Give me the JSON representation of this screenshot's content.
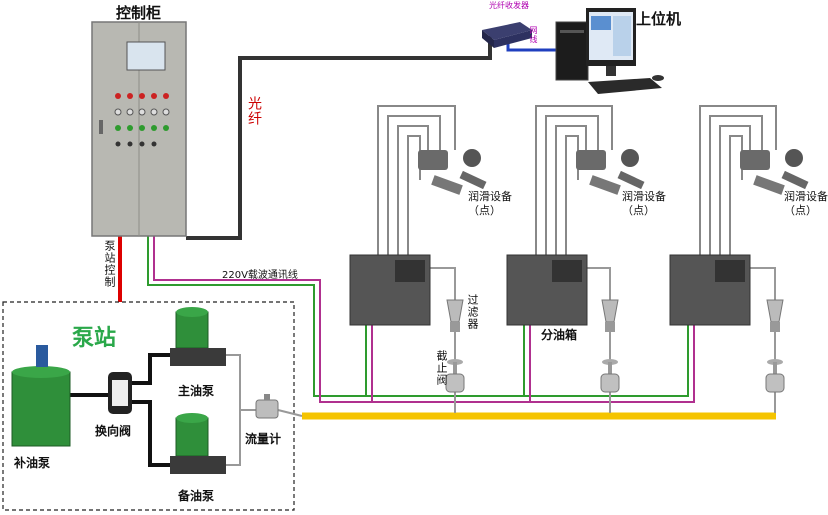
{
  "labels": {
    "control_cabinet": "控制柜",
    "host_pc": "上位机",
    "fiber_transceiver": "光纤收发器",
    "network_cable": "网线",
    "fiber": "光纤",
    "pump_station_control": "泵站控制",
    "carrier_line": "220V载波通讯线",
    "pump_station": "泵站",
    "refill_pump": "补油泵",
    "reversing_valve": "换向阀",
    "main_pump": "主油泵",
    "backup_pump": "备油泵",
    "flow_meter": "流量计",
    "filter": "过滤器",
    "stop_valve": "截止阀",
    "distribution_box": "分油箱",
    "lube_point": "润滑设备（点）"
  },
  "colors": {
    "fiber_line": "#333333",
    "control_line": "#dd0000",
    "carrier_green": "#2e9b2e",
    "carrier_magenta": "#b0308f",
    "main_pipe": "#f5c400",
    "pump_green": "#2f8f3a",
    "pump_station_title": "#2aa84a",
    "net_cable": "#1f3fbf",
    "cabinet": "#b8b8b2",
    "box": "#555555"
  }
}
